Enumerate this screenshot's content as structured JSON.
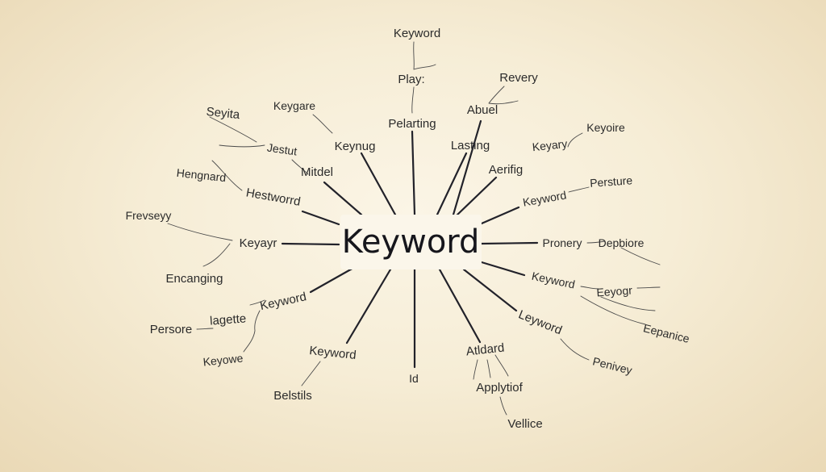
{
  "center_label": "Keyword",
  "labels": {
    "keyword_top": "Keyword",
    "play": "Play:",
    "pelarting": "Pelarting",
    "revery": "Revery",
    "abuel": "Abuel",
    "lasting": "Lasting",
    "keyoire": "Keyoire",
    "keyary": "Keyary",
    "aerifig": "Aerifig",
    "keyword_upper_right": "Keyword",
    "persture": "Persture",
    "pronery": "Pronery",
    "depbiore": "Depbiore",
    "keyword_right": "Keyword",
    "eeyogr": "Eeyogr",
    "eepanice": "Eepanice",
    "leyword": "Leyword",
    "penivey": "Penivey",
    "atldard": "Atldard",
    "applytiof": "Applytiof",
    "vellice": "Vellice",
    "id": "Id",
    "keyword_lower_left": "Keyword",
    "belstils": "Belstils",
    "keyword_left_lower": "Keyword",
    "lagette": "lagette",
    "persore": "Persore",
    "keyowe": "Keyowe",
    "encanging": "Encanging",
    "keyayr": "Keyayr",
    "frevseyy": "Frevseyy",
    "hestworrd": "Hestworrd",
    "hengnard": "Hengnard",
    "mitdel": "Mitdel",
    "keynug": "Keynug",
    "jestut": "Jestut",
    "seyita": "Seyita",
    "keygare": "Keygare"
  }
}
